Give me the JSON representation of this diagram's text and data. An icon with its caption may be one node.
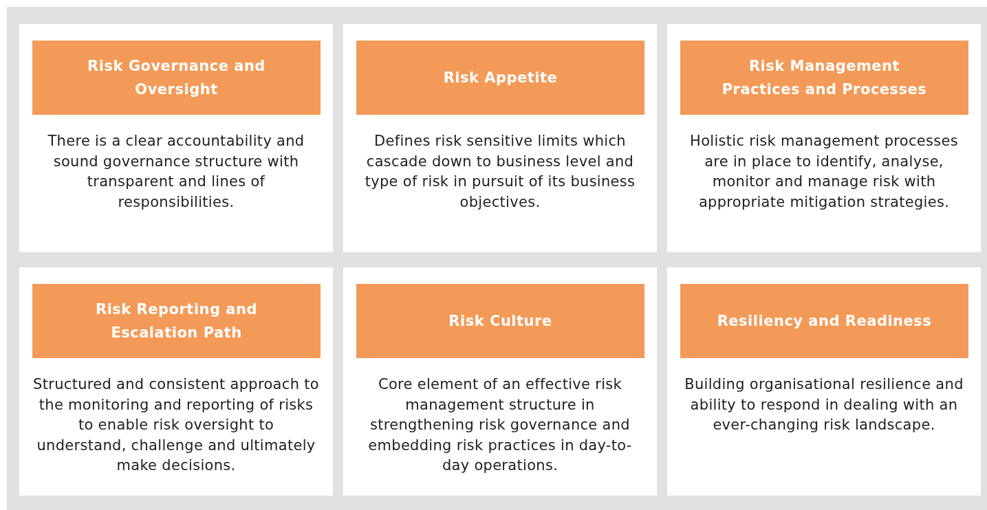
{
  "diagram": {
    "nodes": [
      {
        "text": [
          "Risk Governance and Oversight",
          "There is a clear accountability and sound governance structure with transparent and lines of responsibilities."
        ]
      },
      {
        "text": [
          "Risk Appetite",
          "Defines risk sensitive limits which cascade down to business level and type of risk in pursuit of its business objectives."
        ]
      },
      {
        "text": [
          "Risk Management Practices and Processes",
          "Holistic risk management processes are in place to identify, analyse, monitor and manage risk with appropriate mitigation strategies."
        ]
      },
      {
        "text": [
          "Risk Reporting and Escalation Path",
          "Structured and consistent approach to the monitoring and reporting of risks to enable risk oversight to understand, challenge and ultimately make decisions."
        ]
      },
      {
        "text": [
          "Risk Culture",
          "Core element of an effective risk management structure in strengthening risk governance and embedding risk practices in day-to-day operations."
        ]
      },
      {
        "text": [
          "Resiliency and Readiness",
          "Building organisational resilience and ability to respond in dealing with an ever-changing risk landscape."
        ]
      }
    ],
    "edges": []
  }
}
